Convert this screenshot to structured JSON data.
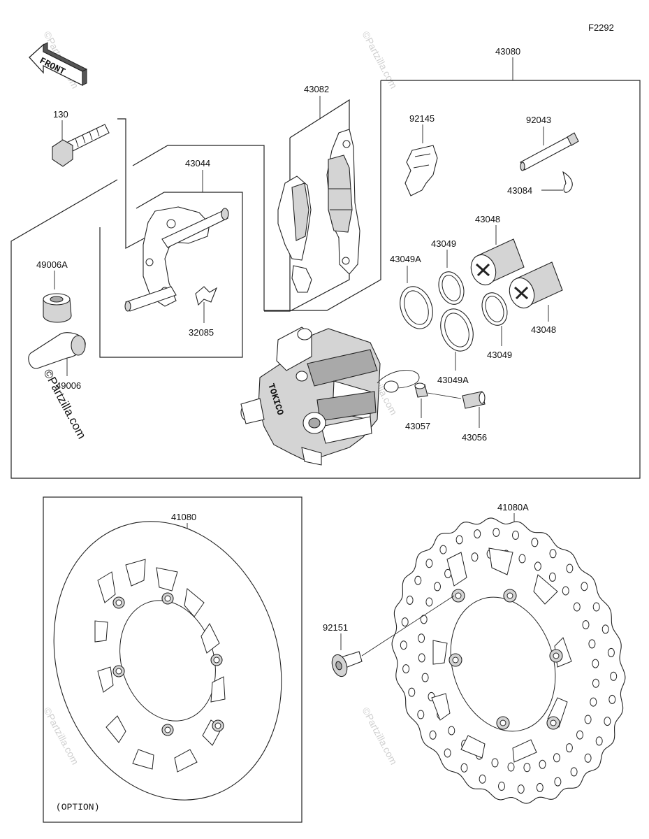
{
  "figure_code": "F2292",
  "front_arrow_text": "FRONT",
  "option_text": "(OPTION)",
  "watermark": "©Partzilla.com",
  "parts": [
    {
      "id": "43080"
    },
    {
      "id": "43082"
    },
    {
      "id": "43044"
    },
    {
      "id": "130"
    },
    {
      "id": "49006A"
    },
    {
      "id": "49006"
    },
    {
      "id": "32085"
    },
    {
      "id": "92145"
    },
    {
      "id": "92043"
    },
    {
      "id": "43084"
    },
    {
      "id": "43048"
    },
    {
      "id": "43049"
    },
    {
      "id": "43049A"
    },
    {
      "id": "43057"
    },
    {
      "id": "43056"
    },
    {
      "id": "41080"
    },
    {
      "id": "41080A"
    },
    {
      "id": "92151"
    }
  ],
  "caliper_brand": "TOKICO"
}
